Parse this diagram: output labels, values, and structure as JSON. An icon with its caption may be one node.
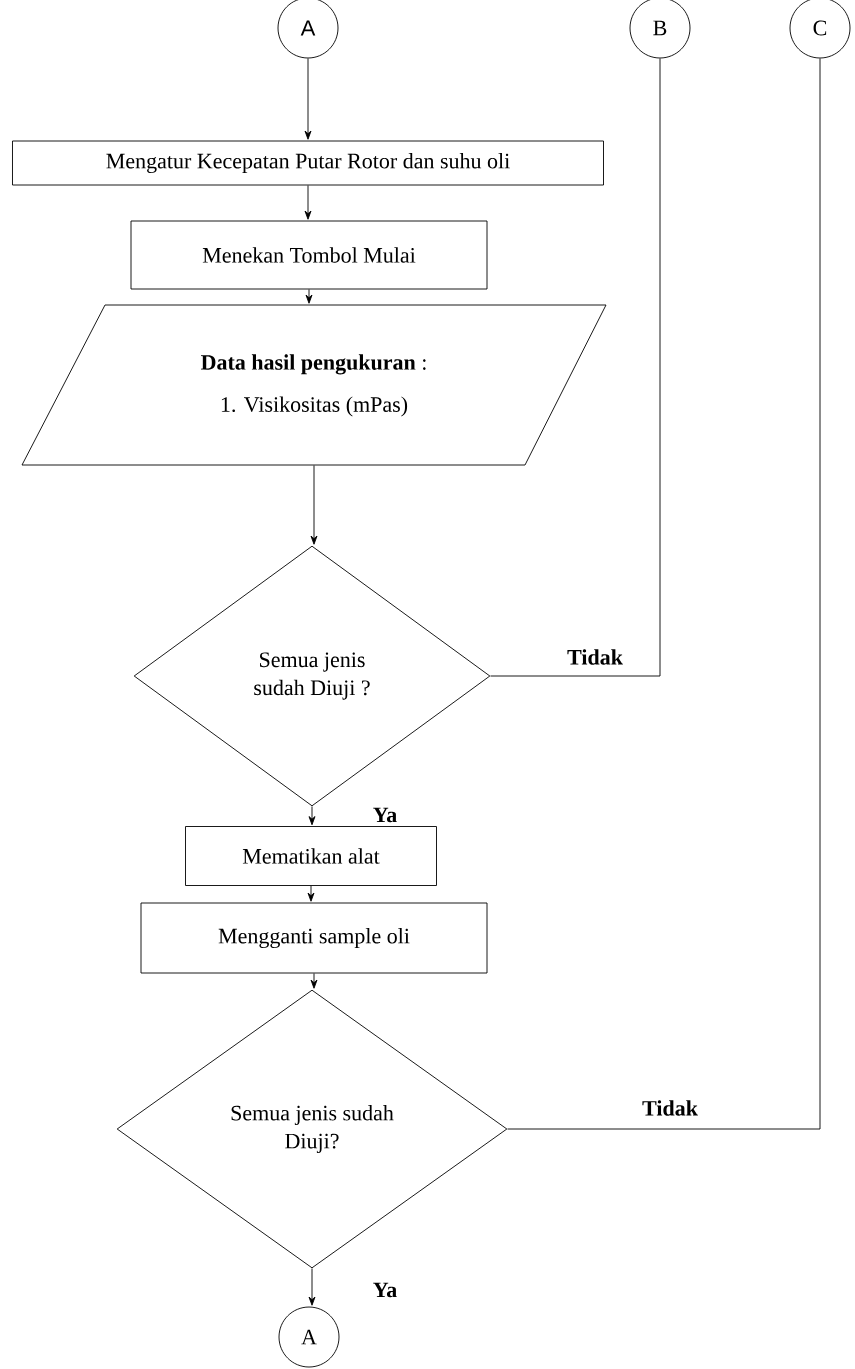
{
  "diagram": {
    "nodes": [
      {
        "text": [
          "A"
        ]
      },
      {
        "text": [
          "B"
        ]
      },
      {
        "text": [
          "C"
        ]
      },
      {
        "text": [
          "Mengatur Kecepatan Putar Rotor dan suhu oli"
        ]
      },
      {
        "text": [
          "Menekan Tombol Mulai"
        ]
      },
      {
        "text": [
          "**Data hasil pengukuran** :",
          "1. Visikositas (mPas)"
        ]
      },
      {
        "text": [
          "Semua jenis sudah Diuji ?"
        ]
      },
      {
        "text": [
          "Mematikan alat"
        ]
      },
      {
        "text": [
          "Mengganti sample oli"
        ]
      },
      {
        "text": [
          "Semua jenis sudah Diuji?"
        ]
      },
      {
        "text": [
          "A"
        ]
      }
    ],
    "edges": [
      {
        "from": 0,
        "to": 3,
        "arrow": "to"
      },
      {
        "from": 3,
        "to": 4,
        "arrow": "to"
      },
      {
        "from": 4,
        "to": 5,
        "arrow": "to"
      },
      {
        "from": 5,
        "to": 6,
        "arrow": "to"
      },
      {
        "from": 6,
        "to": 1,
        "arrow": "none",
        "label": "Tidak"
      },
      {
        "from": 6,
        "to": 7,
        "arrow": "to",
        "label": "Ya"
      },
      {
        "from": 7,
        "to": 8,
        "arrow": "to"
      },
      {
        "from": 8,
        "to": 9,
        "arrow": "to"
      },
      {
        "from": 9,
        "to": 2,
        "arrow": "none",
        "label": "Tidak"
      },
      {
        "from": 9,
        "to": 10,
        "arrow": "to",
        "label": "Ya"
      }
    ]
  }
}
